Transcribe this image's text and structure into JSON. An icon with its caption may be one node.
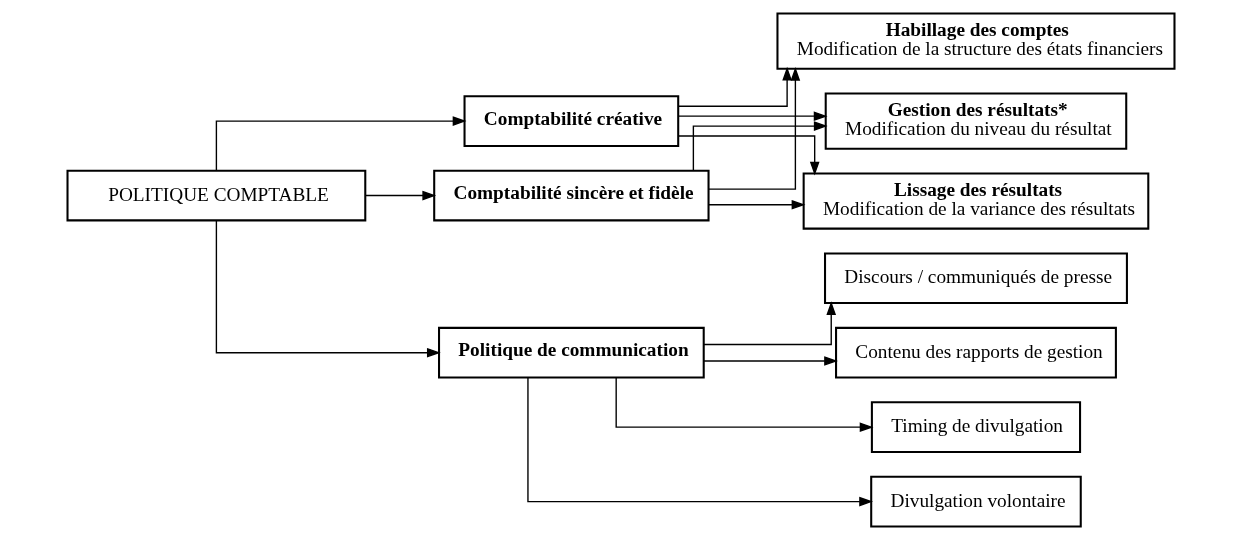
{
  "diagram": {
    "nodes": [
      {
        "text": [
          "POLITIQUE COMPTABLE"
        ]
      },
      {
        "text": [
          "Comptabilité sincère et fidèle"
        ]
      },
      {
        "text": [
          "Comptabilité créative"
        ]
      },
      {
        "text": [
          "Habillage des comptes",
          "Modification de la structure des états financiers"
        ]
      },
      {
        "text": [
          "Gestion des résultats*",
          "Modification du niveau du résultat"
        ]
      },
      {
        "text": [
          "Lissage des résultats",
          "Modification de la variance des résultats"
        ]
      },
      {
        "text": [
          "Politique de communication"
        ]
      },
      {
        "text": [
          "Contenu des rapports de gestion"
        ]
      },
      {
        "text": [
          "Timing de divulgation"
        ]
      },
      {
        "text": [
          "Divulgation volontaire"
        ]
      },
      {
        "text": [
          "Discours / communiqués de presse"
        ]
      }
    ],
    "edges": [
      {
        "from": 0,
        "to": 1,
        "arrow": "to"
      },
      {
        "from": 0,
        "to": 2,
        "arrow": "to"
      },
      {
        "from": 0,
        "to": 6,
        "arrow": "to"
      },
      {
        "from": 1,
        "to": 3,
        "arrow": "to"
      },
      {
        "from": 1,
        "to": 4,
        "arrow": "to"
      },
      {
        "from": 1,
        "to": 5,
        "arrow": "to"
      },
      {
        "from": 2,
        "to": 3,
        "arrow": "to"
      },
      {
        "from": 2,
        "to": 4,
        "arrow": "to"
      },
      {
        "from": 2,
        "to": 5,
        "arrow": "to"
      },
      {
        "from": 6,
        "to": 7,
        "arrow": "to"
      },
      {
        "from": 6,
        "to": 8,
        "arrow": "to"
      },
      {
        "from": 6,
        "to": 9,
        "arrow": "to"
      },
      {
        "from": 6,
        "to": 10,
        "arrow": "to"
      }
    ]
  }
}
